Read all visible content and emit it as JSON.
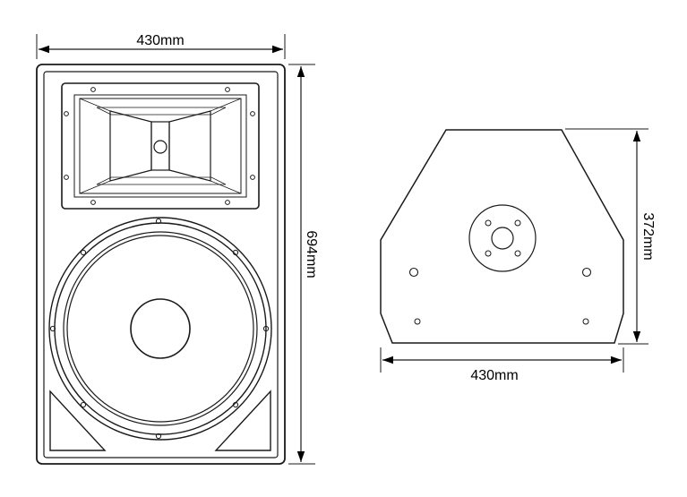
{
  "front_view": {
    "width_label": "430mm",
    "height_label": "694mm"
  },
  "side_view": {
    "depth_label": "372mm",
    "width_label": "430mm"
  }
}
